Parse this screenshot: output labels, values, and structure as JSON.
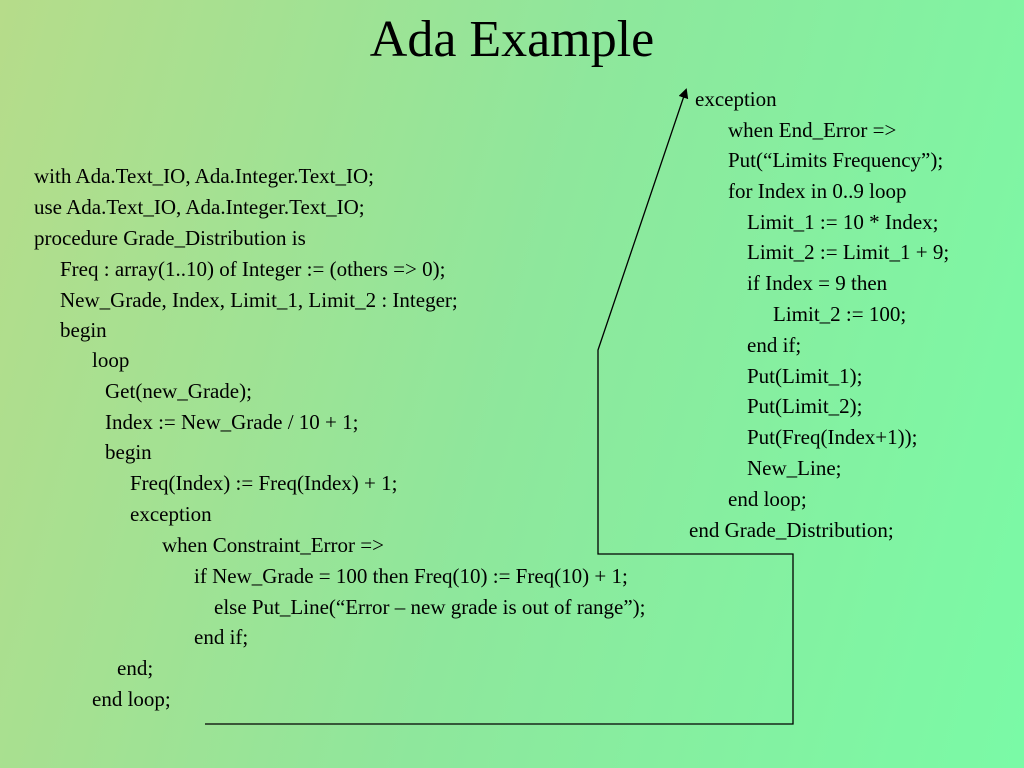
{
  "slide": {
    "title": "Ada Example"
  },
  "left_code": [
    "with Ada.Text_IO, Ada.Integer.Text_IO;",
    "use Ada.Text_IO, Ada.Integer.Text_IO;",
    "procedure Grade_Distribution is",
    "Freq : array(1..10) of Integer := (others => 0);",
    "New_Grade, Index, Limit_1, Limit_2 : Integer;",
    "begin",
    "loop",
    "Get(new_Grade);",
    "Index := New_Grade / 10 + 1;",
    "begin",
    "Freq(Index) := Freq(Index) + 1;",
    "exception",
    "when Constraint_Error =>",
    "if New_Grade = 100 then Freq(10) := Freq(10) + 1;",
    "else Put_Line(“Error – new grade is out of range”);",
    "end if;",
    "end;",
    "end loop;"
  ],
  "right_code": [
    "exception",
    "when End_Error =>",
    "Put(“Limits Frequency”);",
    "for Index in 0..9 loop",
    "Limit_1 := 10 * Index;",
    "Limit_2 := Limit_1 + 9;",
    "if Index = 9 then",
    "Limit_2 := 100;",
    "end if;",
    "Put(Limit_1);",
    "Put(Limit_2);",
    "Put(Freq(Index+1));",
    "New_Line;",
    "end loop;",
    "end Grade_Distribution;"
  ],
  "colors": {
    "gradient_left": "#b6dc8a",
    "gradient_right": "#7afaa6",
    "text": "#000000"
  }
}
